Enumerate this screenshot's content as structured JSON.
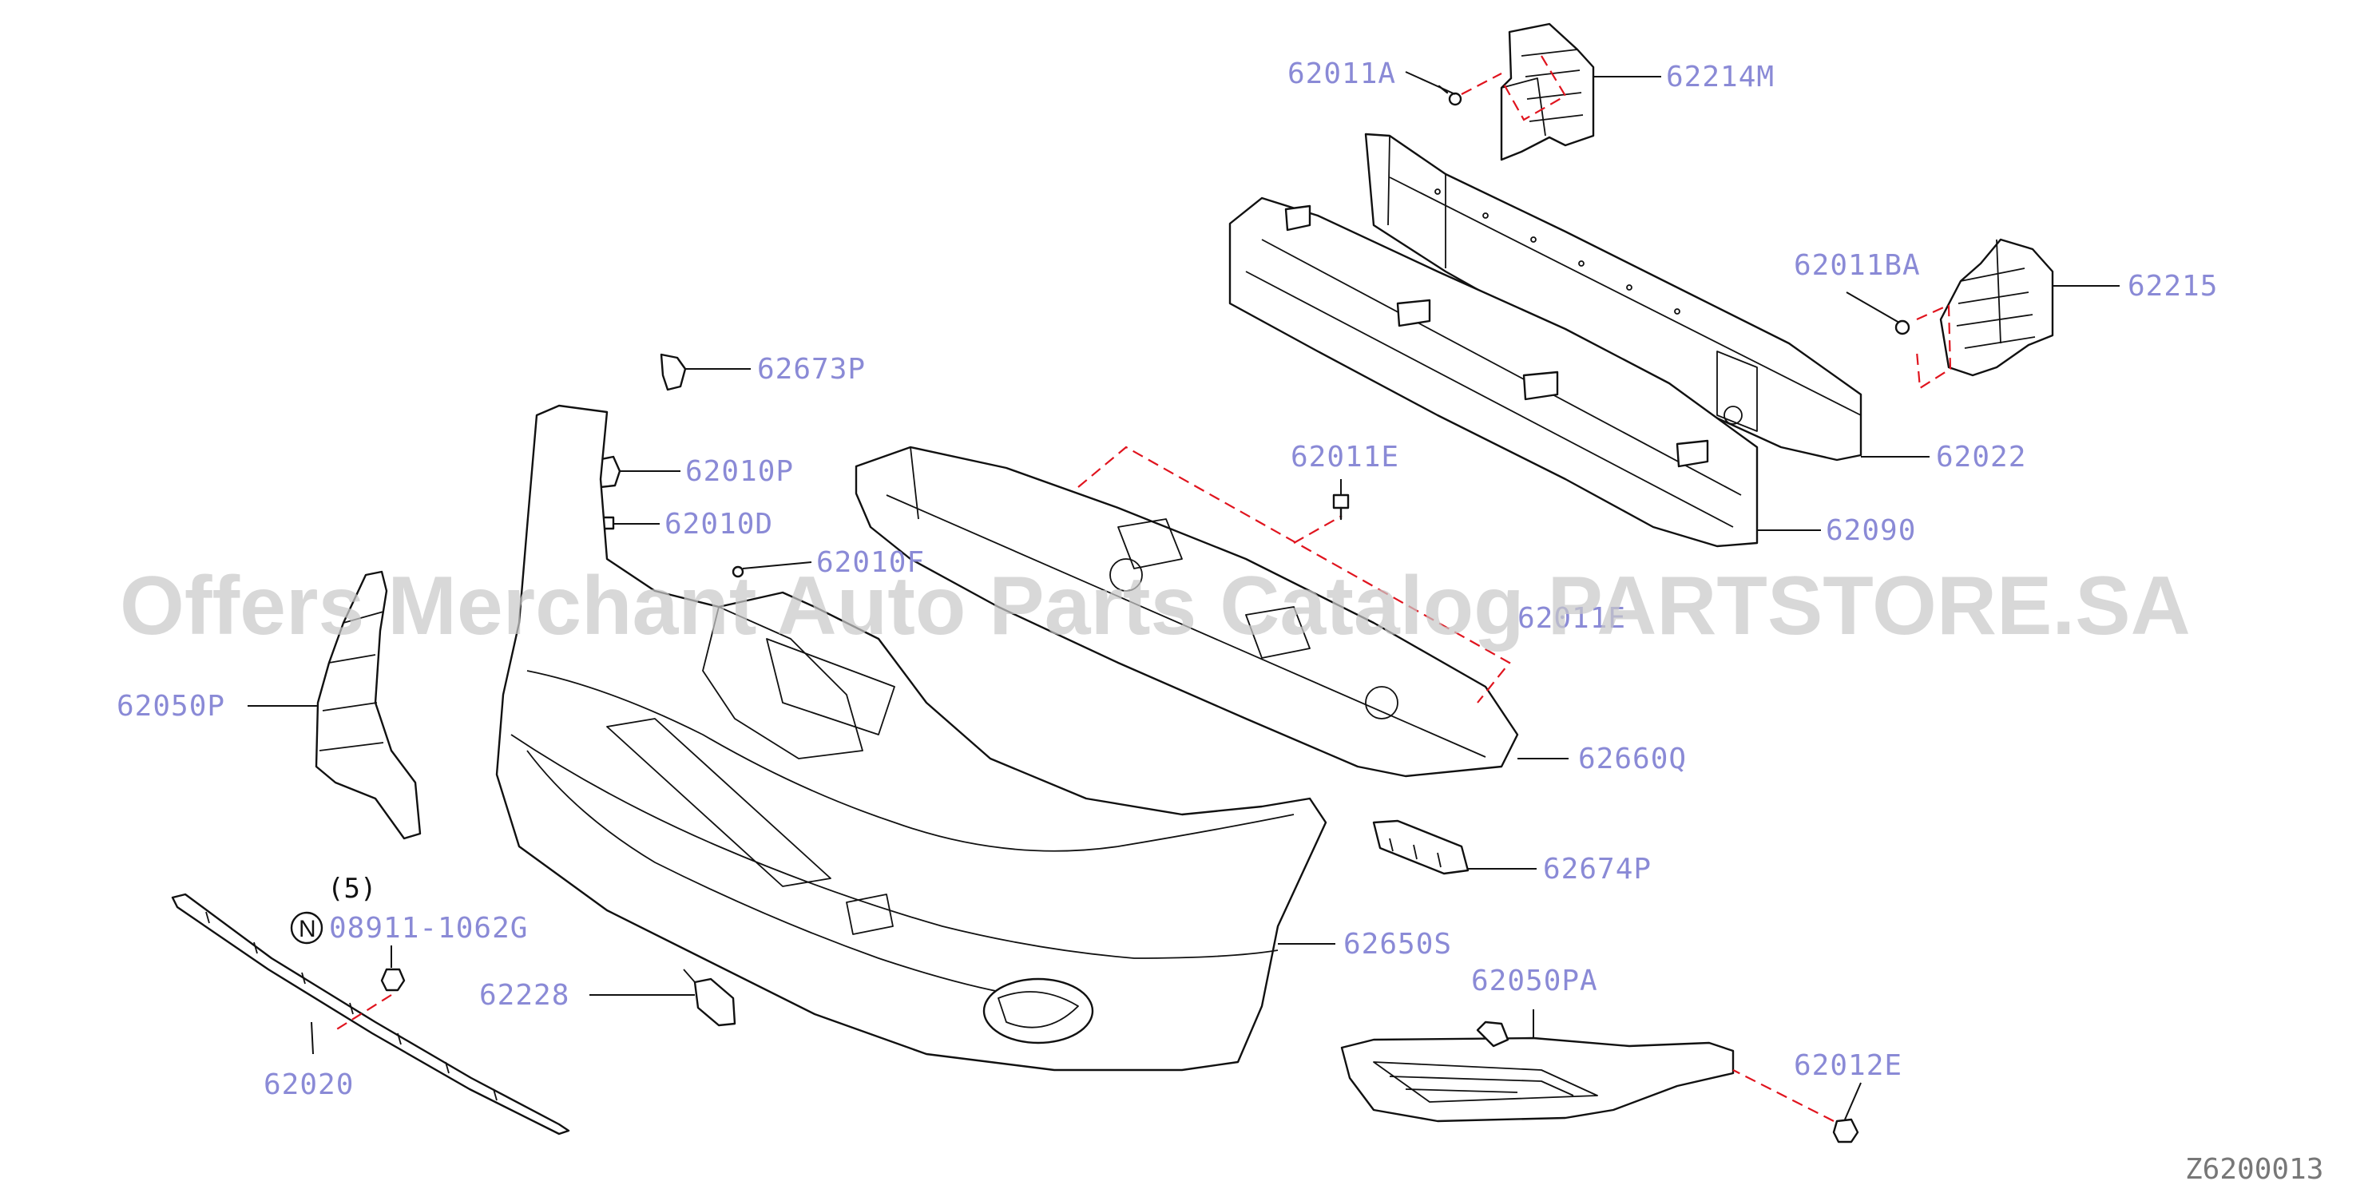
{
  "watermark": "Offers Merchant Auto Parts Catalog PARTSTORE.SA",
  "diagram_id": "Z6200013",
  "quantity_note": "(5)",
  "standard_part_symbol": "N",
  "callouts": {
    "c_62011A": "62011A",
    "c_62214M": "62214M",
    "c_62011BA": "62011BA",
    "c_62215": "62215",
    "c_62022": "62022",
    "c_62090": "62090",
    "c_62673P": "62673P",
    "c_62010P": "62010P",
    "c_62010D": "62010D",
    "c_62010F": "62010F",
    "c_62011E": "62011E",
    "c_62011E_hidden": "62011E",
    "c_62050P": "62050P",
    "c_62660Q": "62660Q",
    "c_62674P": "62674P",
    "c_62650S": "62650S",
    "c_08911": "08911-1062G",
    "c_62228": "62228",
    "c_62050PA": "62050PA",
    "c_62012E": "62012E",
    "c_62020": "62020"
  }
}
